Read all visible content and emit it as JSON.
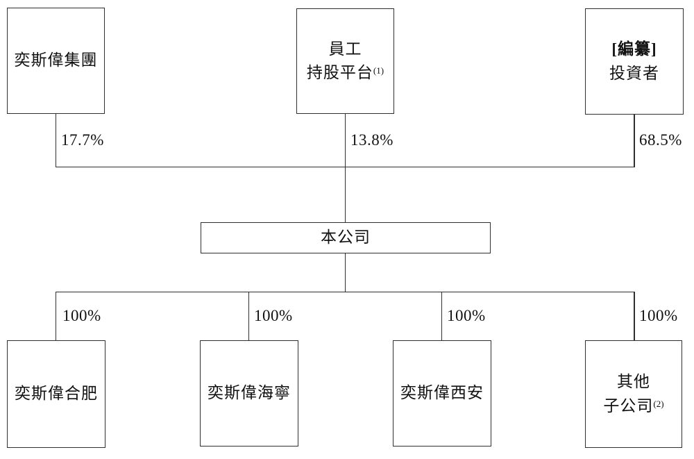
{
  "diagram_title": "shareholding-structure-chart",
  "colors": {
    "background": "#ffffff",
    "line": "#2e2e2e",
    "text": "#111111"
  },
  "nodes": {
    "group": {
      "label": "奕斯偉集團",
      "ownership": "17.7%"
    },
    "employee_platform": {
      "line1": "員工",
      "line2": "持股平台",
      "sup": "(1)",
      "ownership": "13.8%"
    },
    "investors": {
      "line1": "[編纂]",
      "line2": "投資者",
      "ownership": "68.5%"
    },
    "company": {
      "label": "本公司"
    },
    "hefei": {
      "label": "奕斯偉合肥",
      "ownership": "100%"
    },
    "haining": {
      "label": "奕斯偉海寧",
      "ownership": "100%"
    },
    "xian": {
      "label": "奕斯偉西安",
      "ownership": "100%"
    },
    "other_subsidiaries": {
      "line1": "其他",
      "line2": "子公司",
      "sup": "(2)",
      "ownership": "100%"
    }
  }
}
